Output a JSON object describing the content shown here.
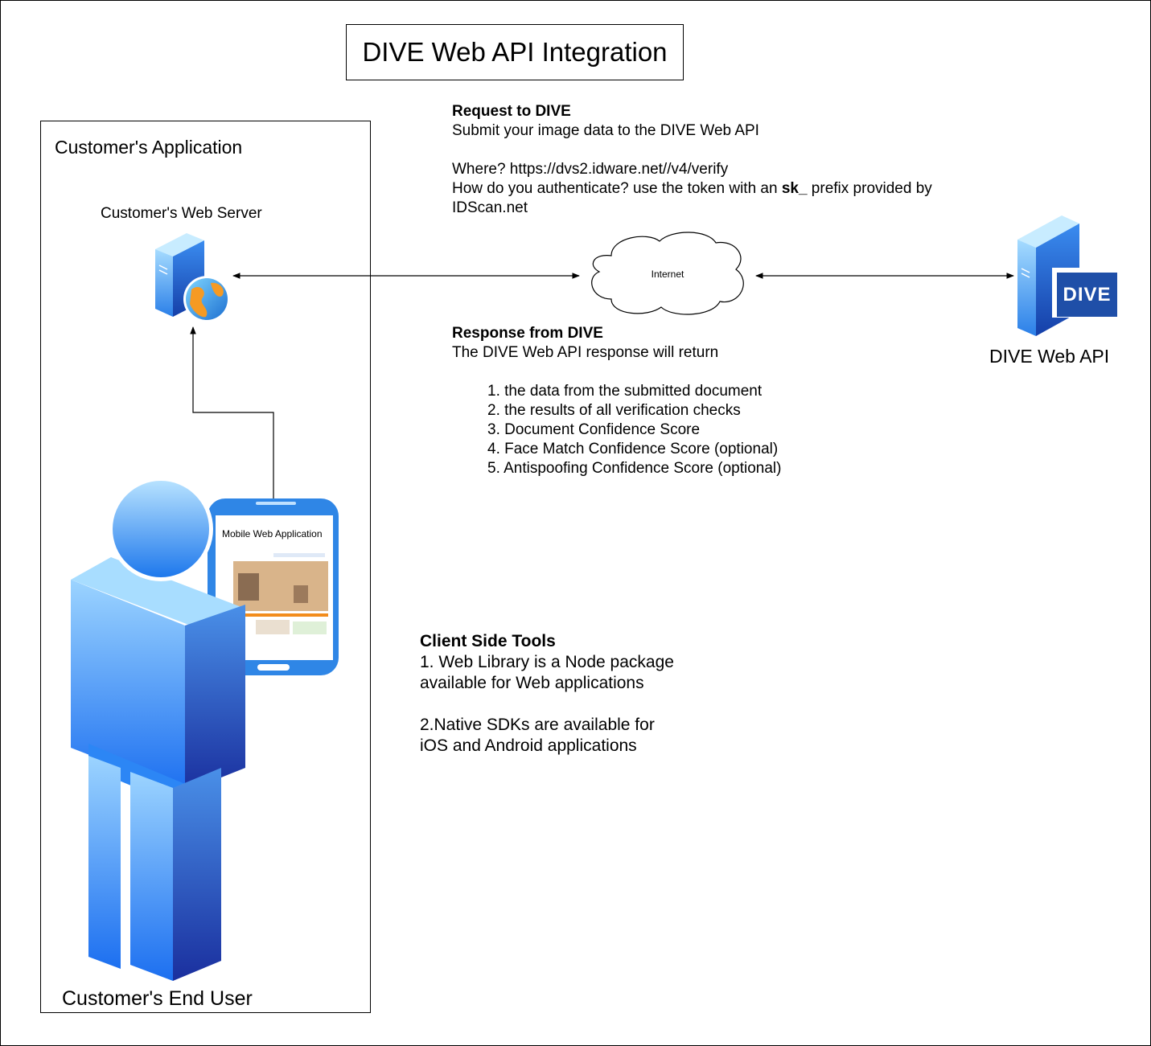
{
  "title": "DIVE Web API Integration",
  "customer_app": {
    "title": "Customer's Application",
    "web_server_label": "Customer's Web Server",
    "end_user_label": "Customer's End User",
    "phone_label": "Mobile Web Application"
  },
  "internet_label": "Internet",
  "dive": {
    "logo_text": "DIVE",
    "label": "DIVE Web API"
  },
  "request": {
    "heading": "Request to DIVE",
    "line1": "Submit your image data to the DIVE Web API",
    "where": "Where?  https://dvs2.idware.net//v4/verify",
    "auth_prefix": "How do you authenticate? use the token with an ",
    "auth_token": "sk_",
    "auth_suffix": " prefix provided by",
    "auth_line2": "IDScan.net"
  },
  "response": {
    "heading": "Response from DIVE",
    "line1": "The DIVE Web API response will return",
    "items": [
      "1. the data from the submitted document",
      "2. the results of all verification checks",
      "3. Document Confidence Score",
      "4. Face Match Confidence Score (optional)",
      "5. Antispoofing Confidence Score (optional)"
    ]
  },
  "client_tools": {
    "heading": "Client Side Tools",
    "line1": "1. Web Library is a Node package",
    "line2": "available for Web applications",
    "line3": "2.Native SDKs are available for",
    "line4": "iOS and Android applications"
  },
  "colors": {
    "server_light": "#8fd0ff",
    "server_dark": "#1a5fd6",
    "person_light": "#9cd5ff",
    "person_dark": "#1a2f9e",
    "phone_blue": "#2f86e6",
    "dive_badge": "#1f4fa8"
  }
}
